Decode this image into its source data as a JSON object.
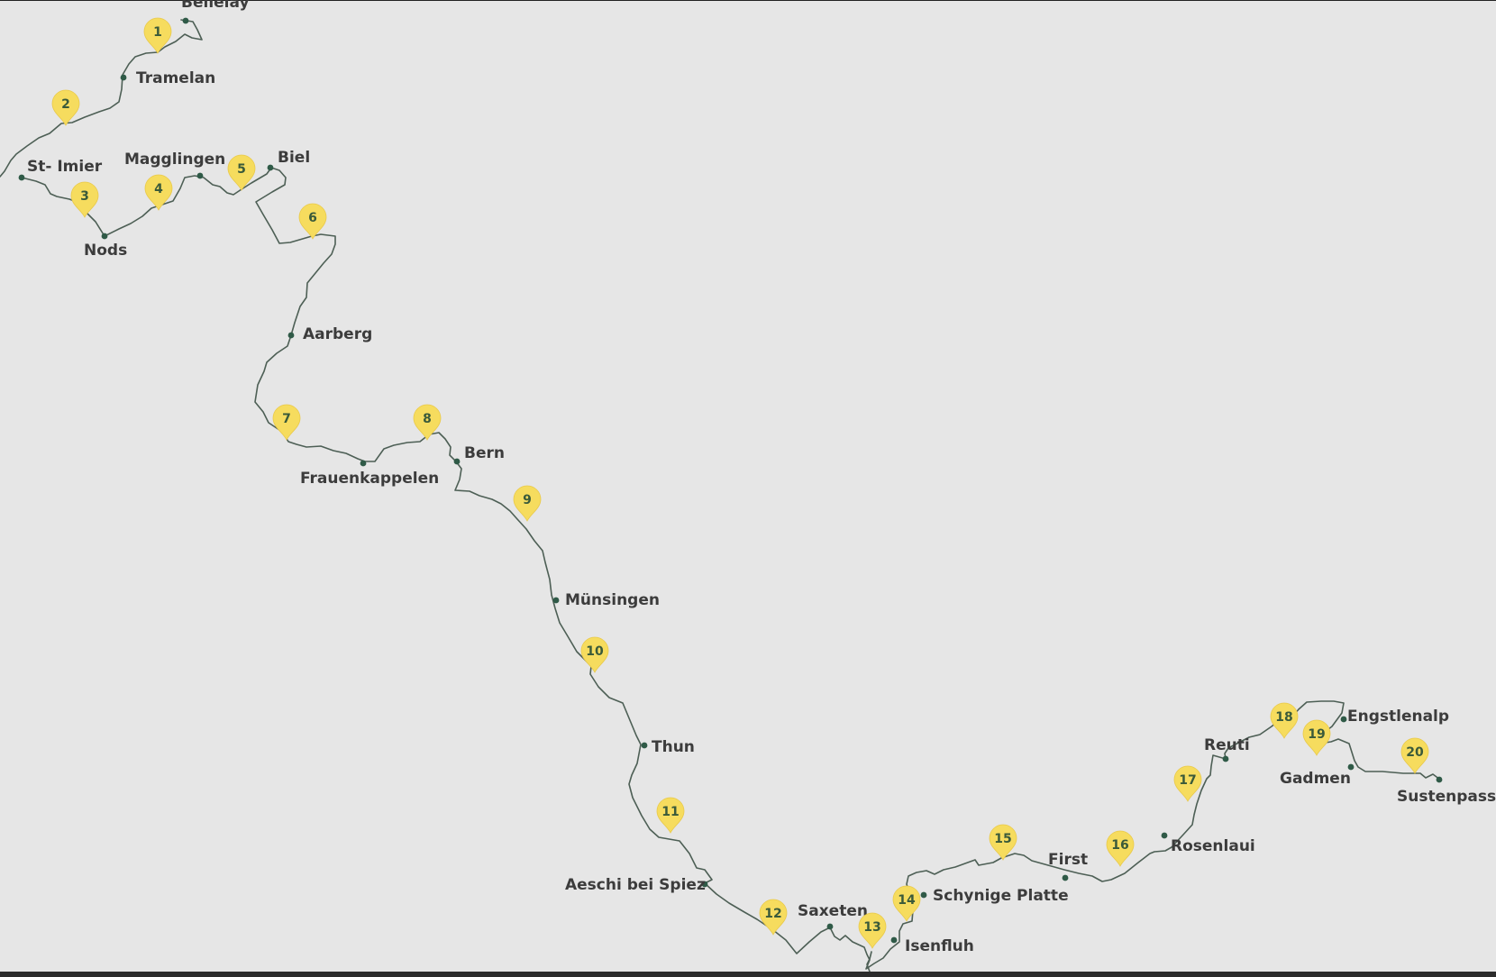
{
  "map": {
    "colors": {
      "background": "#e6e6e6",
      "route": "#4d5f55",
      "dot": "#2f5a47",
      "pin": "#f6dc5e",
      "pin_text": "#3a5a3a",
      "label": "#3c3c3c"
    },
    "places": [
      {
        "id": "bellelay",
        "name": "Bellelay"
      },
      {
        "id": "tramelan",
        "name": "Tramelan"
      },
      {
        "id": "st-imier",
        "name": "St- Imier"
      },
      {
        "id": "nods",
        "name": "Nods"
      },
      {
        "id": "magglingen",
        "name": "Magglingen"
      },
      {
        "id": "biel",
        "name": "Biel"
      },
      {
        "id": "aarberg",
        "name": "Aarberg"
      },
      {
        "id": "frauenkappelen",
        "name": "Frauenkappelen"
      },
      {
        "id": "bern",
        "name": "Bern"
      },
      {
        "id": "muensingen",
        "name": "Münsingen"
      },
      {
        "id": "thun",
        "name": "Thun"
      },
      {
        "id": "aeschi",
        "name": "Aeschi bei Spiez"
      },
      {
        "id": "saxeten",
        "name": "Saxeten"
      },
      {
        "id": "isenfluh",
        "name": "Isenfluh"
      },
      {
        "id": "schynige",
        "name": "Schynige Platte"
      },
      {
        "id": "first",
        "name": "First"
      },
      {
        "id": "rosenlaui",
        "name": "Rosenlaui"
      },
      {
        "id": "reuti",
        "name": "Reuti"
      },
      {
        "id": "engstlenalp",
        "name": "Engstlenalp"
      },
      {
        "id": "gadmen",
        "name": "Gadmen"
      },
      {
        "id": "sustenpass",
        "name": "Sustenpass"
      }
    ],
    "stages": [
      "1",
      "2",
      "3",
      "4",
      "5",
      "6",
      "7",
      "8",
      "9",
      "10",
      "11",
      "12",
      "13",
      "14",
      "15",
      "16",
      "17",
      "18",
      "19",
      "20"
    ]
  }
}
